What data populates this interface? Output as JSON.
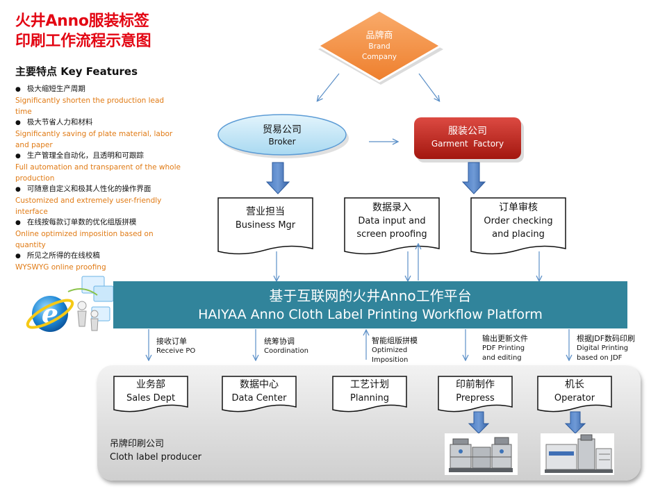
{
  "title": {
    "line1": "火井Anno服装标签",
    "line2": "印刷工作流程示意图"
  },
  "key_features": {
    "heading": "主要特点 Key Features",
    "items": [
      {
        "cn": "极大缩短生产周期",
        "en": "Significantly shorten the production lead time"
      },
      {
        "cn": "极大节省人力和材料",
        "en": "Significantly saving of plate material, labor and paper"
      },
      {
        "cn": "生产管理全自动化，且透明和可跟踪",
        "en": "Full automation and transparent of the whole production"
      },
      {
        "cn": "可随意自定义和极其人性化的操作界面",
        "en": "Customized and extremely user-friendly interface"
      },
      {
        "cn": "在线按每款订单数的优化组版拼模",
        "en": "Online optimized imposition based on quantity"
      },
      {
        "cn": "所见之所得的在线校稿",
        "en": "WYSWYG online proofing"
      }
    ]
  },
  "nodes": {
    "brand": {
      "cn": "品牌商",
      "en1": "Brand",
      "en2": "Company"
    },
    "broker": {
      "cn": "贸易公司",
      "en": "Broker"
    },
    "garment": {
      "cn": "服装公司",
      "en": "Garment  Factory"
    }
  },
  "tasks": [
    {
      "cn": "营业担当",
      "en1": "Business Mgr",
      "en2": ""
    },
    {
      "cn": "数据录入",
      "en1": "Data input and",
      "en2": "screen proofing"
    },
    {
      "cn": "订单审核",
      "en1": "Order checking",
      "en2": "and placing"
    }
  ],
  "platform": {
    "cn": "基于互联网的火井Anno工作平台",
    "en": "HAIYAA Anno Cloth Label Printing Workflow Platform"
  },
  "flows": [
    {
      "cn": "接收订单",
      "en": "Receive PO"
    },
    {
      "cn": "统筹协调",
      "en": "Coordination"
    },
    {
      "cn": "智能组版拼模",
      "en": "Optimized Imposition"
    },
    {
      "cn": "输出更新文件",
      "en": "PDF Printing and editing"
    },
    {
      "cn": "根据JDF数码印刷",
      "en": "Digital Printing based on JDF"
    }
  ],
  "departments": [
    {
      "cn": "业务部",
      "en": "Sales Dept"
    },
    {
      "cn": "数据中心",
      "en": "Data Center"
    },
    {
      "cn": "工艺计划",
      "en": "Planning"
    },
    {
      "cn": "印前制作",
      "en": "Prepress"
    },
    {
      "cn": "机长",
      "en": "Operator"
    }
  ],
  "producer": {
    "cn": "吊牌印刷公司",
    "en": "Cloth label producer"
  },
  "colors": {
    "title": "#e30613",
    "feature_en": "#e07a14",
    "brand": "#f79646",
    "broker": "#c6e7f7",
    "garment": "#c0201c",
    "platform": "#31849b",
    "arrow_thin": "#5b8fc7",
    "arrow_block": "#3f6fb5"
  },
  "icons": [
    "ie-globe-icon",
    "offset-press-icon",
    "digital-press-icon"
  ]
}
